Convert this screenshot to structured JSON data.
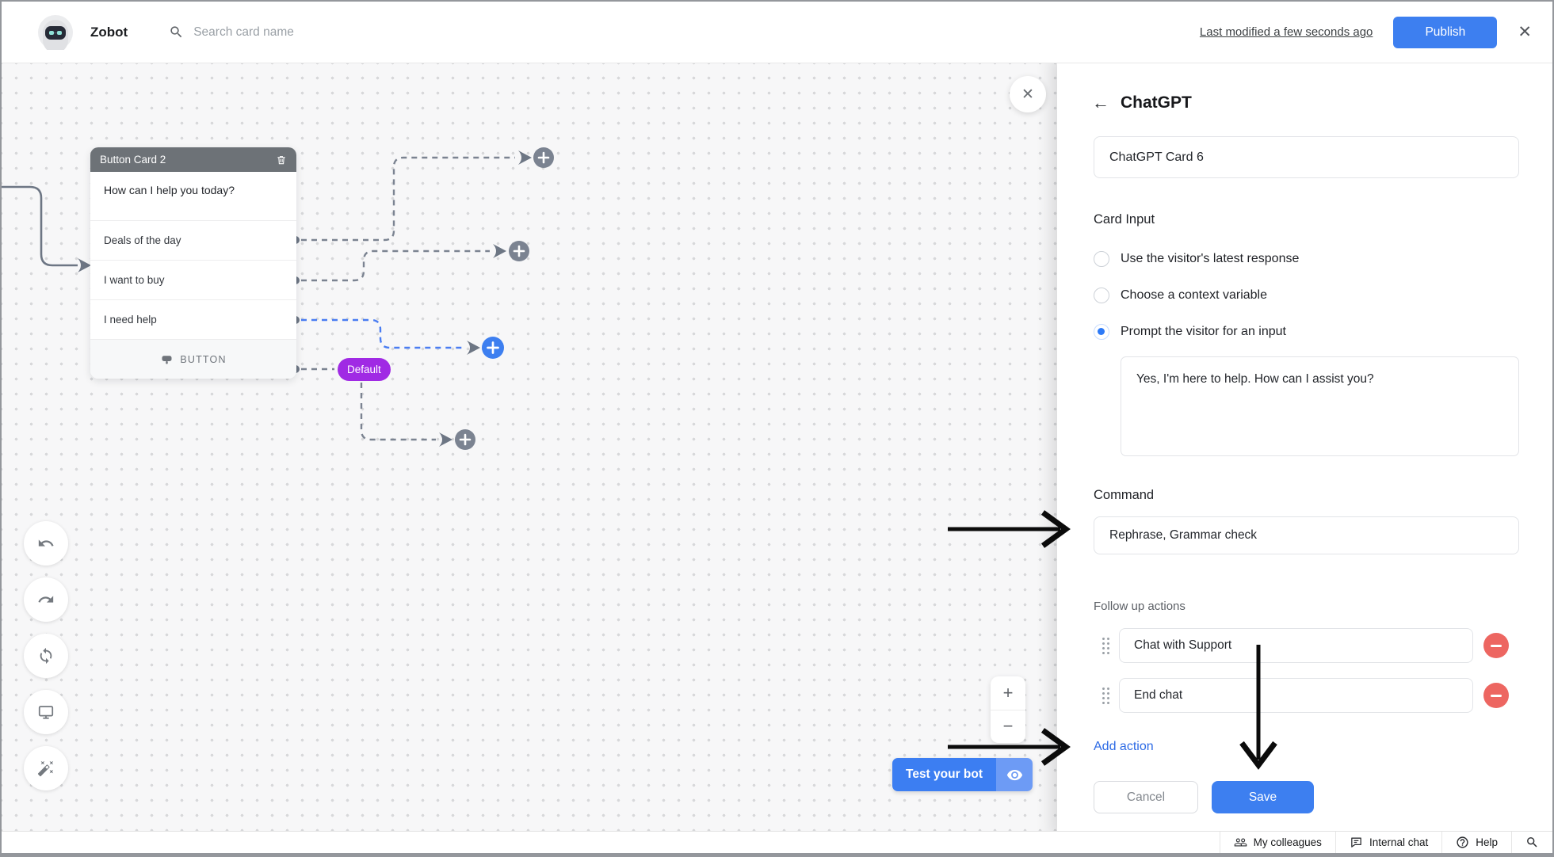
{
  "topbar": {
    "title": "Zobot",
    "search_placeholder": "Search card name",
    "last_modified": "Last modified a few seconds ago",
    "publish_label": "Publish",
    "close_glyph": "✕"
  },
  "canvas": {
    "card": {
      "title": "Button Card 2",
      "message": "How can I help you today?",
      "options": [
        "Deals of the day",
        "I want to buy",
        "I need help"
      ],
      "footer_label": "BUTTON"
    },
    "default_badge": "Default",
    "close_glyph": "✕",
    "zoom_in": "+",
    "zoom_out": "−",
    "test_bot_label": "Test your bot"
  },
  "panel": {
    "back_glyph": "←",
    "title": "ChatGPT",
    "card_name": "ChatGPT Card 6",
    "card_input_label": "Card Input",
    "radio_options": [
      {
        "label": "Use the visitor's latest response",
        "selected": false
      },
      {
        "label": "Choose a context variable",
        "selected": false
      },
      {
        "label": "Prompt the visitor for an input",
        "selected": true
      }
    ],
    "prompt_text": "Yes, I'm here to help. How can I assist you?",
    "command_label": "Command",
    "command_value": "Rephrase, Grammar check",
    "followup_label": "Follow up actions",
    "actions": [
      "Chat with Support",
      "End chat"
    ],
    "add_action_label": "Add action",
    "cancel_label": "Cancel",
    "save_label": "Save"
  },
  "statusbar": {
    "items": [
      {
        "icon": "people-icon",
        "label": "My colleagues"
      },
      {
        "icon": "chat-bubble-icon",
        "label": "Internal chat"
      },
      {
        "icon": "help-icon",
        "label": "Help"
      }
    ]
  },
  "colors": {
    "accent_blue": "#3d7ff0",
    "badge_purple": "#a02ae4",
    "danger_red": "#ed6661",
    "connector_gray": "#7b8391",
    "connector_blue": "#4a7df2"
  }
}
